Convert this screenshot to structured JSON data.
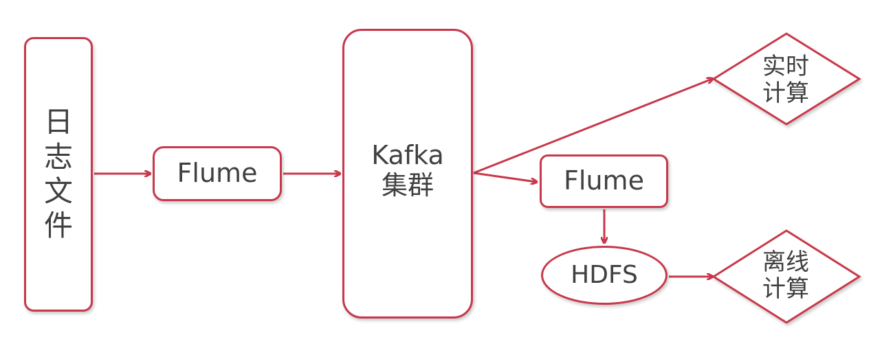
{
  "nodes": {
    "log_files": [
      "日",
      "志",
      "文",
      "件"
    ],
    "flume_1": "Flume",
    "kafka": {
      "line1": "Kafka",
      "line2": "集群"
    },
    "flume_2": "Flume",
    "hdfs": "HDFS",
    "realtime": {
      "line1": "实时",
      "line2": "计算"
    },
    "offline": {
      "line1": "离线",
      "line2": "计算"
    }
  },
  "colors": {
    "stroke": "#c8374a",
    "text": "#404040",
    "background": "#ffffff"
  }
}
